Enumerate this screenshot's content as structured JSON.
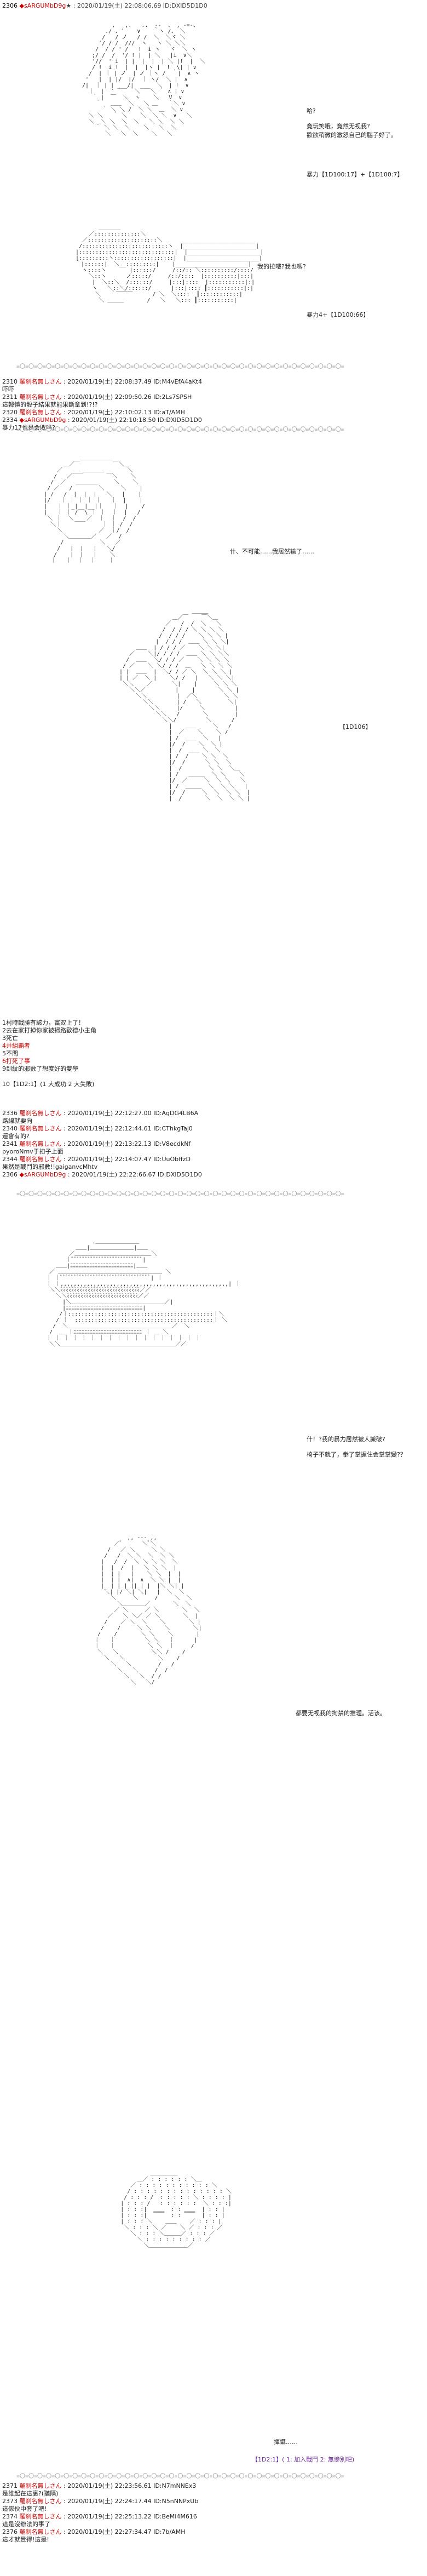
{
  "posts": {
    "p2306": {
      "num": "2306",
      "name": "◆sARGUMbD9g",
      "suffix": "★",
      "date": ": 2020/01/19(土) 22:08:06.69 ID:DXlD5D1D0"
    },
    "p2310": {
      "num": "2310",
      "name": "羅刹名無しさん",
      "date": ": 2020/01/19(土) 22:08:37.49 ID:M4vEfA4aKt4",
      "body": "吓吓"
    },
    "p2311": {
      "num": "2311",
      "name": "羅刹名無しさん",
      "date": ": 2020/01/19(土) 22:09:50.26 ID:2Ls7SPSH",
      "body": "這韓慎的骰子結果就能果斷拿到!?!?"
    },
    "p2320": {
      "num": "2320",
      "name": "羅刹名無しさん",
      "date": ": 2020/01/19(土) 22:10:02.13 ID:aT/AMH",
      "body": ""
    },
    "p2334": {
      "num": "2334",
      "name": "◆sARGUMbD9g",
      "date": ": 2020/01/19(土) 22:10:18.50 ID:DXlD5D1D0",
      "body": "暴力17也是会敗吗?"
    },
    "p2336": {
      "num": "2336",
      "name": "羅刹名無しさん",
      "date": ": 2020/01/19(土) 22:12:27.00 ID:AgDG4LB6A",
      "body": "路線就要向"
    },
    "p2340": {
      "num": "2340",
      "name": "羅刹名無しさん",
      "date": ": 2020/01/19(土) 22:12:44.61 ID:CThkgTaj0",
      "body": "還會有的?"
    },
    "p2341": {
      "num": "2341",
      "name": "羅刹名無しさん",
      "date": ": 2020/01/19(土) 22:13:22.13 ID:V8ecdkNf",
      "body": "pyoroNmv于扣子上面"
    },
    "p2344": {
      "num": "2344",
      "name": "羅刹名無しさん",
      "date": ": 2020/01/19(土) 22:14:07.47 ID:UuObffzD",
      "body": "果然是戰鬥的邪數!!gaiganvcMhtv"
    },
    "p2366": {
      "num": "2366",
      "name": "◆sARGUMbD9g",
      "date": ": 2020/01/19(土) 22:22:66.67 ID:DXlD5D1D0",
      "body": ""
    },
    "p2371": {
      "num": "2371",
      "name": "羅刹名無しさん",
      "date": ": 2020/01/19(土) 22:23:56.61 ID:N7mNNEx3",
      "body": "是誰起在這裏?(猶隔)"
    },
    "p2373": {
      "num": "2373",
      "name": "羅刹名無しさん",
      "date": ": 2020/01/19(土) 22:24:17.44 ID:N5nNNPxUb",
      "body": "這傢伙中套了吧!"
    },
    "p2374": {
      "num": "2374",
      "name": "羅刹名無しさん",
      "date": ": 2020/01/19(土) 22:25:13.22 ID:BeMi4M616",
      "body": "這是沒辦法的事了"
    },
    "p2376": {
      "num": "2376",
      "name": "羅刹名無しさん",
      "date": ": 2020/01/19(土) 22:27:34.47 ID:7b/AMH",
      "body": "這才就覺得!這是!"
    }
  },
  "dialog": {
    "d1": "哈?",
    "d2": "竟玩笑哦，竟然无视我?",
    "d3": "歡欲稍微的激怒自己的腦子好了。",
    "d4a": "暴力【1D100:17】+【1D100:7】",
    "d4b": "",
    "d5": "我的拉嘍?我也嗎?",
    "d6": "暴力4+【1D100:66】",
    "d7": "什、不可能……我居然输了……",
    "d8": "【1D106】",
    "d9": "什！?我的暴力居然被人識破?",
    "d10": "椅子不就了，拳了掌握住会掌掌變?？",
    "d11": "都要无视我的拘禁的推理。活该。",
    "d12": "揮懾……",
    "d13": "【1D2:1】( 1: 加入戰鬥 2: 無慘別吧)"
  },
  "results": {
    "r1": "1村時戰勝有駭力，富双上了！",
    "r2": "2去在家打掉你家被掃路歐德小主角",
    "r3": "3死亡",
    "r4": "4并組覇者",
    "r5": "5不問",
    "r6": "6打死了事",
    "r7": "9到紋的邪數了想度好的雙學",
    "r8": "10【1D2:1】(1 大成功 2 大失敗)"
  },
  "divider": "=〇=〇=〇=〇=〇=〇=〇=〇=〇=〇=〇=〇=〇=〇=〇=〇=〇=〇=〇=〇=〇=〇=〇=〇=〇=〇=〇=〇=〇=〇=〇=〇=〇=〇=〇=〇=〇="
}
